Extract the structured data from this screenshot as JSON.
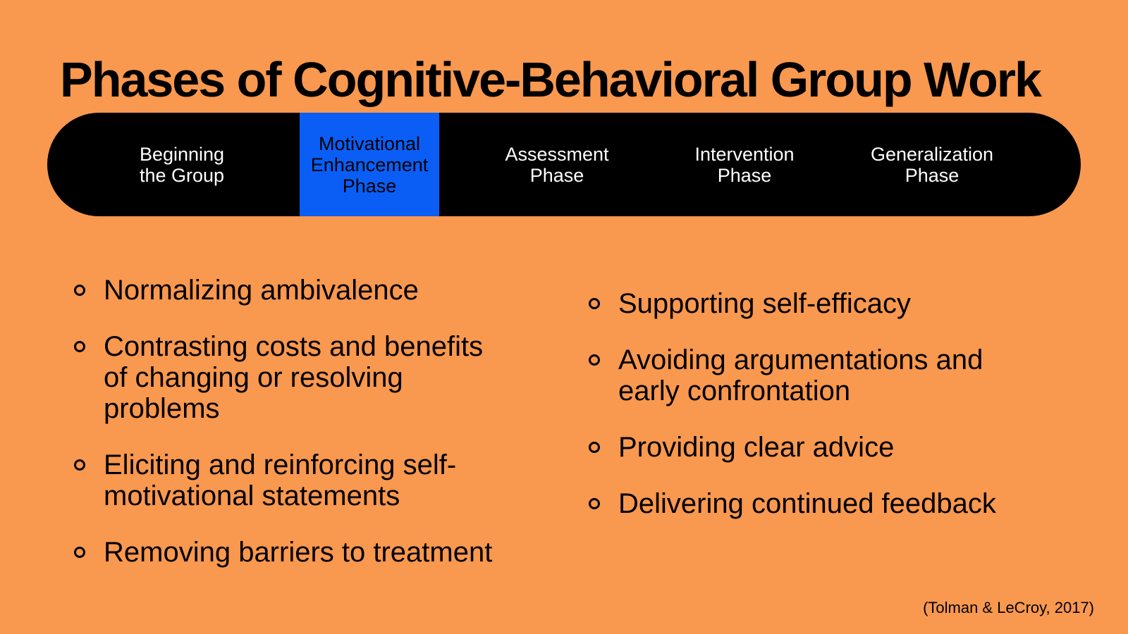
{
  "slide": {
    "title": "Phases of Cognitive-Behavioral Group Work",
    "citation": "(Tolman & LeCroy, 2017)"
  },
  "colors": {
    "background": "#F9984F",
    "phase_bar": "#000000",
    "phase_bar_text": "#FFFFFF",
    "active_phase": "#0A5EF6",
    "active_phase_text": "#000000",
    "body_text": "#000000"
  },
  "phase_bar": {
    "active_index": 1,
    "phases": [
      {
        "id": "beginning-the-group",
        "label": "Beginning the Group",
        "lines": [
          "Beginning",
          "the Group"
        ],
        "active": false
      },
      {
        "id": "motivational-enhancement-phase",
        "label": "Motivational Enhancement Phase",
        "lines": [
          "Motivational",
          "Enhancement",
          "Phase"
        ],
        "active": true
      },
      {
        "id": "assessment-phase",
        "label": "Assessment Phase",
        "lines": [
          "Assessment",
          "Phase"
        ],
        "active": false
      },
      {
        "id": "intervention-phase",
        "label": "Intervention Phase",
        "lines": [
          "Intervention",
          "Phase"
        ],
        "active": false
      },
      {
        "id": "generalization-phase",
        "label": "Generalization Phase",
        "lines": [
          "Generalization",
          "Phase"
        ],
        "active": false
      }
    ]
  },
  "bullets": {
    "left": [
      "Normalizing ambivalence",
      "Contrasting costs and benefits of changing or resolving problems",
      "Eliciting and reinforcing self-motivational statements",
      "Removing barriers to treatment"
    ],
    "right": [
      "Supporting self-efficacy",
      "Avoiding argumentations and early confrontation",
      "Providing clear advice",
      "Delivering continued feedback"
    ]
  }
}
